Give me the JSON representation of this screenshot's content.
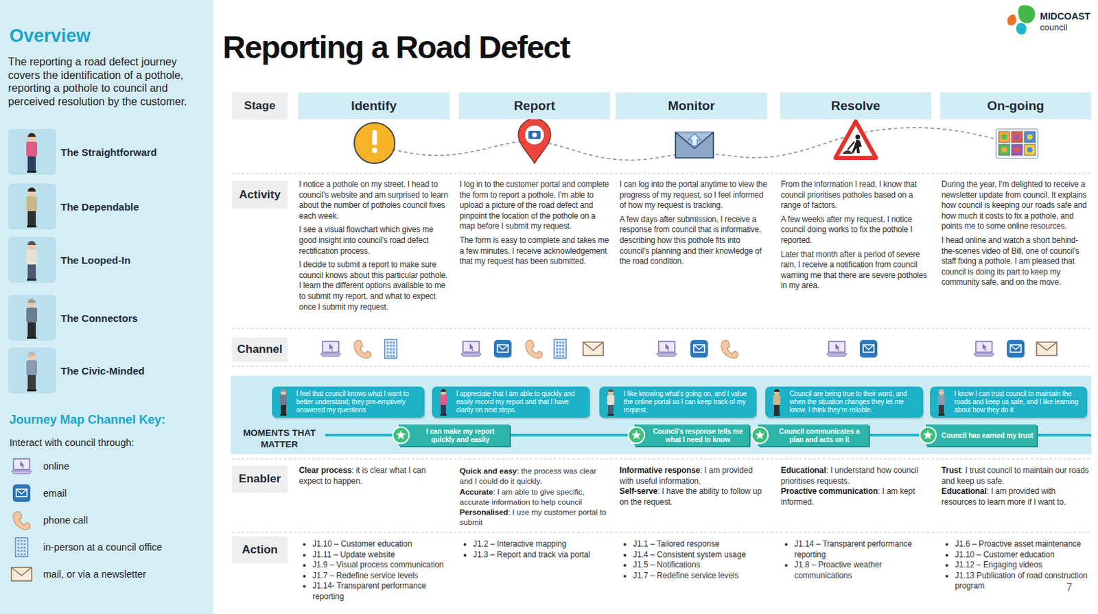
{
  "diagram": {
    "title": "Reporting a Road Defect",
    "nodes": [
      {
        "text": [
          "Overview",
          "The reporting a road defect journey covers the identification of a pothole, reporting a pothole to council and perceived resolution by the customer."
        ]
      },
      {
        "text": [
          "The Straightforward"
        ],
        "in": 0
      },
      {
        "text": [
          "The Dependable"
        ],
        "in": 0
      },
      {
        "text": [
          "The Looped-In"
        ],
        "in": 0
      },
      {
        "text": [
          "The Connectors"
        ],
        "in": 0
      },
      {
        "text": [
          "The Civic-Minded"
        ],
        "in": 0
      },
      {
        "text": [
          "Stage"
        ]
      },
      {
        "text": [
          "Identify"
        ]
      },
      {
        "text": [
          "Report"
        ]
      },
      {
        "text": [
          "Monitor"
        ]
      },
      {
        "text": [
          "Resolve"
        ]
      },
      {
        "text": [
          "On-going"
        ]
      },
      {
        "text": [
          "Activity"
        ]
      },
      {
        "text": [
          "Channel"
        ]
      },
      {
        "text": [
          "MOMENTS THAT MATTER"
        ]
      },
      {
        "text": [
          "I feel that council knows what I want to better understand; they pre-emptively answered my questions"
        ],
        "in": 14
      },
      {
        "text": [
          "I can make my report quickly and easily"
        ],
        "in": 14
      },
      {
        "text": [
          "I appreciate that I am able to quickly and easily record my report and that I have clarity on next steps."
        ],
        "in": 14
      },
      {
        "text": [
          "I like knowing what’s going on, and I value the online portal so I can keep track of my request."
        ],
        "in": 14
      },
      {
        "text": [
          "Council’s response tells me what I need to know"
        ],
        "in": 14
      },
      {
        "text": [
          "Council are being true to their word, and when the situation changes they let me know. I think they’re reliable."
        ],
        "in": 14
      },
      {
        "text": [
          "Council communicates a plan and acts on it"
        ],
        "in": 14
      },
      {
        "text": [
          "I know I can trust council to maintain the roads and keep us safe, and I like learning about how they do it."
        ],
        "in": 14
      },
      {
        "text": [
          "Council has earned my trust"
        ],
        "in": 14
      },
      {
        "text": [
          "Enabler"
        ]
      },
      {
        "text": [
          "Action"
        ]
      }
    ],
    "labels": [
      "MIDCOAST",
      "council",
      "Journey Map Channel Key:",
      "Interact with council through:",
      "I notice a pothole on my street. I head to council’s website and am surprised to learn about the number of potholes council fixes each week.",
      "I see a visual flowchart which gives me good insight into council’s road defect rectification process.",
      "I decide to submit a report to make sure council knows about this particular pothole. I learn the different options available to me to submit my report, and what to expect once I submit my request.",
      "I log in to the customer portal and complete the form to report a pothole. I’m able to upload a picture of the road defect and pinpoint the location of the pothole on a map before I submit my request.",
      "The form is easy to complete and takes me a few minutes. I receive acknowledgement that my request has been submitted.",
      "I can log into the portal anytime to view the progress of my request, so I feel informed of how my request is tracking.",
      "A few days after submission, I receive a response from council that is informative, describing how this pothole fits into council’s planning and their knowledge of the road condition.",
      "From the information I read, I know that council prioritises potholes based on a range of factors.",
      "A few weeks after my request, I notice council doing works to fix the pothole I reported.",
      "Later that month after a period of severe rain, I receive a notification from council warning me that there are severe potholes in my area.",
      "During the year, I’m delighted to receive a newsletter update from council. It explains how council is keeping our roads safe and how much it costs to fix a pothole, and points me to some online resources.",
      "I head online and watch a short behind-the-scenes video of Bill, one of council’s staff fixing a pothole. I am pleased that council is doing its part to keep my community safe, and on the move.",
      "Clear process: it is clear what I can expect to happen.",
      "Quick and easy: the process was clear and I could do it quickly.",
      "Accurate: I am able to give specific, accurate information to help council",
      "Personalised: I use my customer portal to submit",
      "Informative response: I am provided with useful information.",
      "Self-serve: I have the ability to follow up on the request.",
      "Educational: I understand how council prioritises requests.",
      "Proactive communication: I am kept informed.",
      "Trust: I trust council to maintain our roads and keep us safe.",
      "Educational: I am provided with resources to learn more if I want to.",
      "J1.10 – Customer education",
      "J1.11 – Update website",
      "J1.9 – Visual process communication",
      "J1.7 – Redefine service levels",
      "J1.14- Transparent performance reporting",
      "J1.2 – Interactive mapping",
      "J1.3 – Report and track via portal",
      "J1.1 – Tailored response",
      "J1.4 – Consistent system usage",
      "J1.5 – Notifications",
      "J1.7 – Redefine service levels",
      "J1.14 – Transparent performance reporting",
      "J1.8 – Proactive weather communications",
      "J1.6 – Proactive asset maintenance",
      "J1.10 – Customer education",
      "J1.12 – Engaging videos",
      "J1.13 Publication of road construction program",
      "7"
    ],
    "legend": [
      {
        "text": "online"
      },
      {
        "text": "email"
      },
      {
        "text": "phone call"
      },
      {
        "text": "in-person at a council office"
      },
      {
        "text": "mail, or via a newsletter"
      }
    ]
  }
}
